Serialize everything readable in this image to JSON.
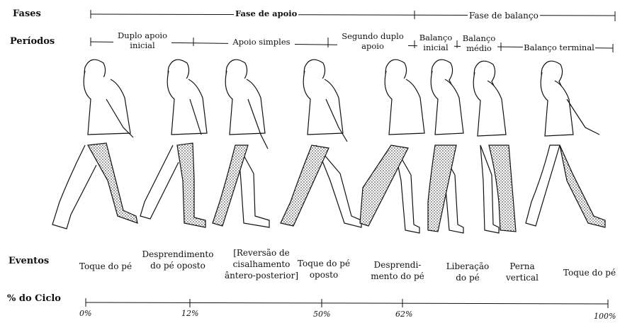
{
  "row_labels": {
    "phases": "Fases",
    "periods": "Períodos",
    "events": "Eventos",
    "cycle": "% do Ciclo"
  },
  "phases": [
    {
      "label": "Fase de apoio"
    },
    {
      "label": "Fase de balanço"
    }
  ],
  "periods": [
    {
      "label": "Duplo apoio inicial"
    },
    {
      "label": "Apoio simples"
    },
    {
      "label": "Segundo duplo apoio"
    },
    {
      "label": "Balanço inicial"
    },
    {
      "label": "Balanço médio"
    },
    {
      "label": "Balanço terminal"
    }
  ],
  "events": [
    {
      "label": "Toque do pé"
    },
    {
      "label": "Desprendimento do pé oposto"
    },
    {
      "label": "[Reversão de cisalhamento ântero-posterior]"
    },
    {
      "label": "Toque do pé oposto"
    },
    {
      "label": "Desprendi-mento do pé"
    },
    {
      "label": "Liberação do pé"
    },
    {
      "label": "Perna vertical"
    },
    {
      "label": "Toque do pé"
    }
  ],
  "cycle_ticks": [
    "0%",
    "12%",
    "50%",
    "62%",
    "100%"
  ],
  "colors": {
    "ink": "#111111",
    "skin": "#ffffff",
    "leg_shade": "#8a8a8a"
  }
}
